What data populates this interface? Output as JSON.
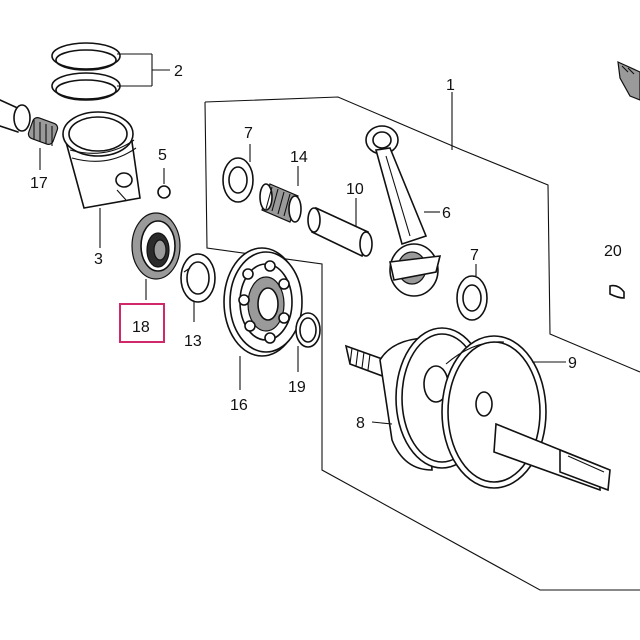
{
  "diagram": {
    "highlight_color": "#d0286a",
    "highlighted_callout": "18",
    "callouts": {
      "c1": "1",
      "c2": "2",
      "c3": "3",
      "c5": "5",
      "c6": "6",
      "c7a": "7",
      "c7b": "7",
      "c8": "8",
      "c9": "9",
      "c10": "10",
      "c13": "13",
      "c14": "14",
      "c16": "16",
      "c17": "17",
      "c18": "18",
      "c19": "19",
      "c20": "20"
    },
    "parts": [
      {
        "id": "c1",
        "icon": "crankshaft-assembly-icon"
      },
      {
        "id": "c2",
        "icon": "piston-ring-set-icon"
      },
      {
        "id": "c3",
        "icon": "piston-icon"
      },
      {
        "id": "c5",
        "icon": "piston-pin-clip-icon"
      },
      {
        "id": "c6",
        "icon": "connecting-rod-icon"
      },
      {
        "id": "c7",
        "icon": "thrust-washer-icon"
      },
      {
        "id": "c8",
        "icon": "right-crank-half-icon"
      },
      {
        "id": "c9",
        "icon": "left-crank-half-icon"
      },
      {
        "id": "c10",
        "icon": "crank-pin-icon"
      },
      {
        "id": "c13",
        "icon": "spacer-collar-icon"
      },
      {
        "id": "c14",
        "icon": "needle-bearing-icon"
      },
      {
        "id": "c16",
        "icon": "ball-bearing-icon"
      },
      {
        "id": "c17",
        "icon": "small-end-bearing-icon"
      },
      {
        "id": "c18",
        "icon": "oil-seal-icon"
      },
      {
        "id": "c19",
        "icon": "o-ring-icon"
      },
      {
        "id": "c20",
        "icon": "woodruff-key-icon"
      }
    ]
  }
}
